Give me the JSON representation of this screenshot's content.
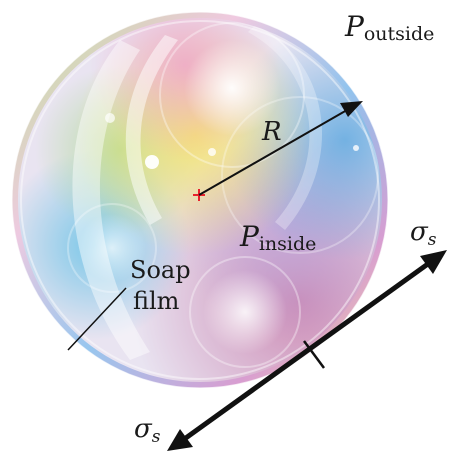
{
  "labels": {
    "p_outside_main": "P",
    "p_outside_sub": "outside",
    "radius": "R",
    "p_inside_main": "P",
    "p_inside_sub": "inside",
    "soap_line1": "Soap",
    "soap_line2": "film",
    "sigma_upper_main": "σ",
    "sigma_upper_sub": "s",
    "sigma_lower_main": "σ",
    "sigma_lower_sub": "s"
  },
  "colors": {
    "center_marker": "#e8212b",
    "arrow": "#111111",
    "text": "#1a1a1a"
  }
}
